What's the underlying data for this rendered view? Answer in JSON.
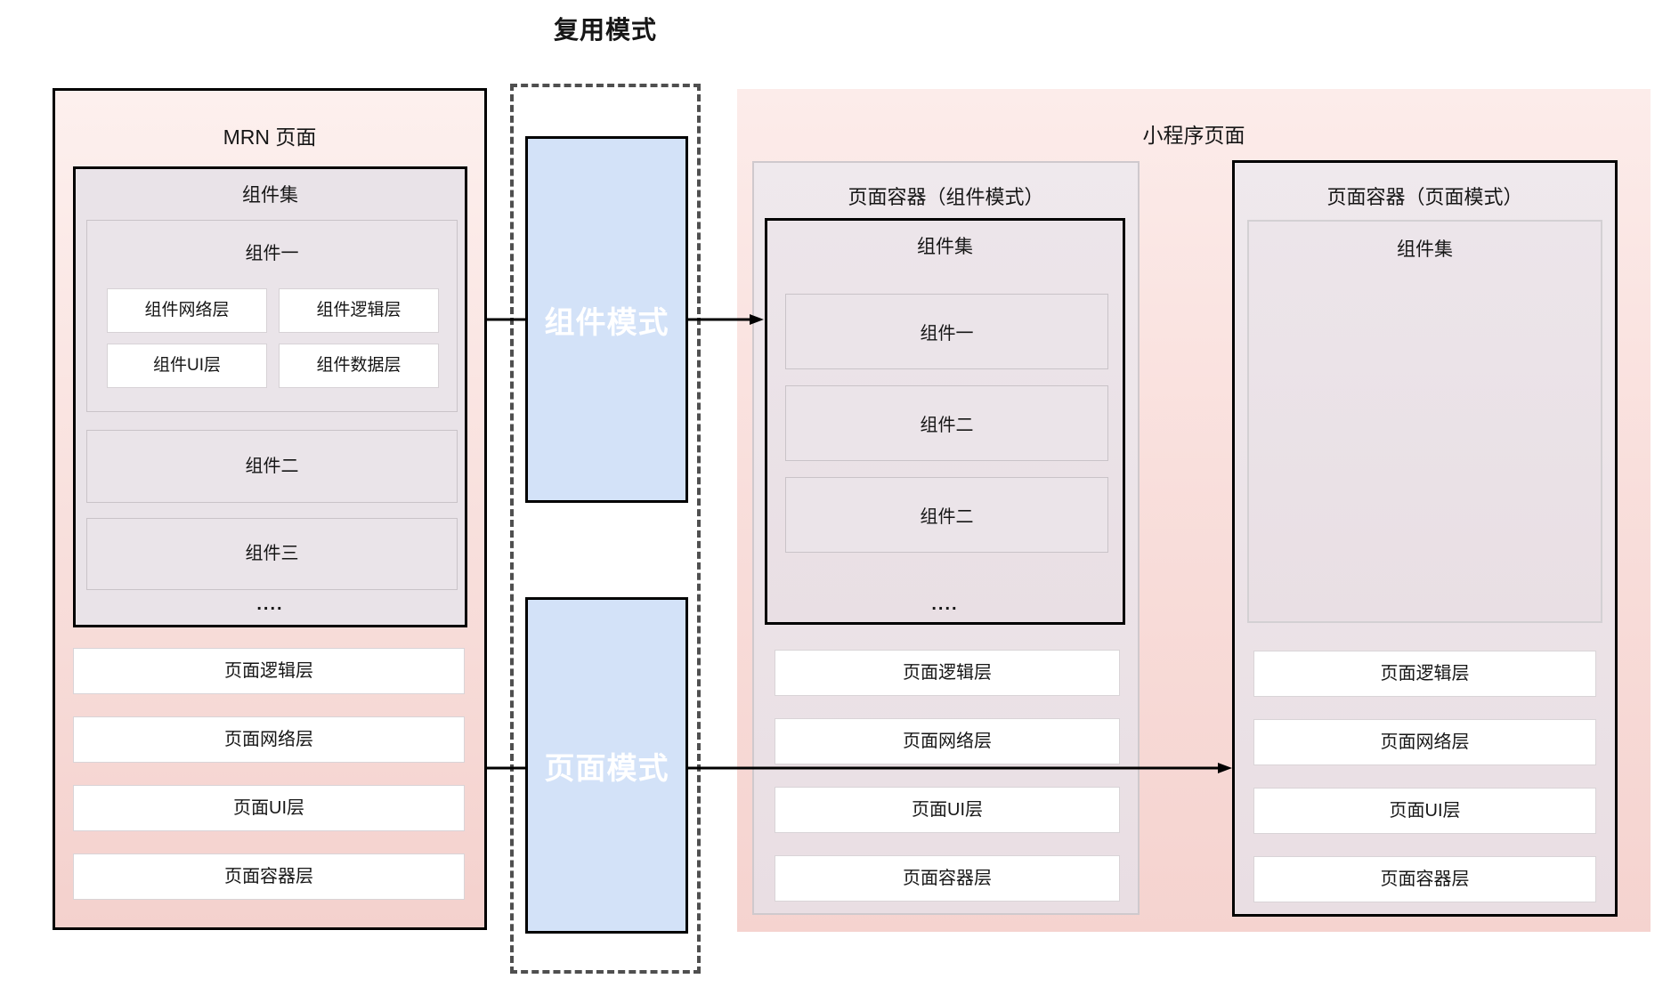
{
  "title": "复用模式",
  "colors": {
    "panel_pink_top": "#fcefed",
    "panel_pink_bottom": "#f4d1cd",
    "set_lavender": "#e9e3e8",
    "container_lavender": "#eee8ec",
    "mode_blue": "#d3e2f8",
    "mode_text": "#ffffff",
    "arrow": "#000000",
    "dashed_border": "#4f4f4f"
  },
  "mrn_panel": {
    "title": "MRN 页面",
    "component_set": {
      "title": "组件集",
      "component_one": {
        "title": "组件一",
        "layers": [
          "组件网络层",
          "组件逻辑层",
          "组件UI层",
          "组件数据层"
        ]
      },
      "component_two": "组件二",
      "component_three": "组件三",
      "ellipsis": "...."
    },
    "page_layers": [
      "页面逻辑层",
      "页面网络层",
      "页面UI层",
      "页面容器层"
    ]
  },
  "reuse_modes": {
    "component_mode": "组件模式",
    "page_mode": "页面模式"
  },
  "miniapp_panel": {
    "title": "小程序页面",
    "component_mode_container": {
      "title": "页面容器（组件模式）",
      "component_set": {
        "title": "组件集",
        "items": [
          "组件一",
          "组件二",
          "组件二"
        ],
        "ellipsis": "...."
      },
      "page_layers": [
        "页面逻辑层",
        "页面网络层",
        "页面UI层",
        "页面容器层"
      ]
    },
    "page_mode_container": {
      "title": "页面容器（页面模式）",
      "component_set": {
        "title": "组件集"
      },
      "page_layers": [
        "页面逻辑层",
        "页面网络层",
        "页面UI层",
        "页面容器层"
      ]
    }
  }
}
